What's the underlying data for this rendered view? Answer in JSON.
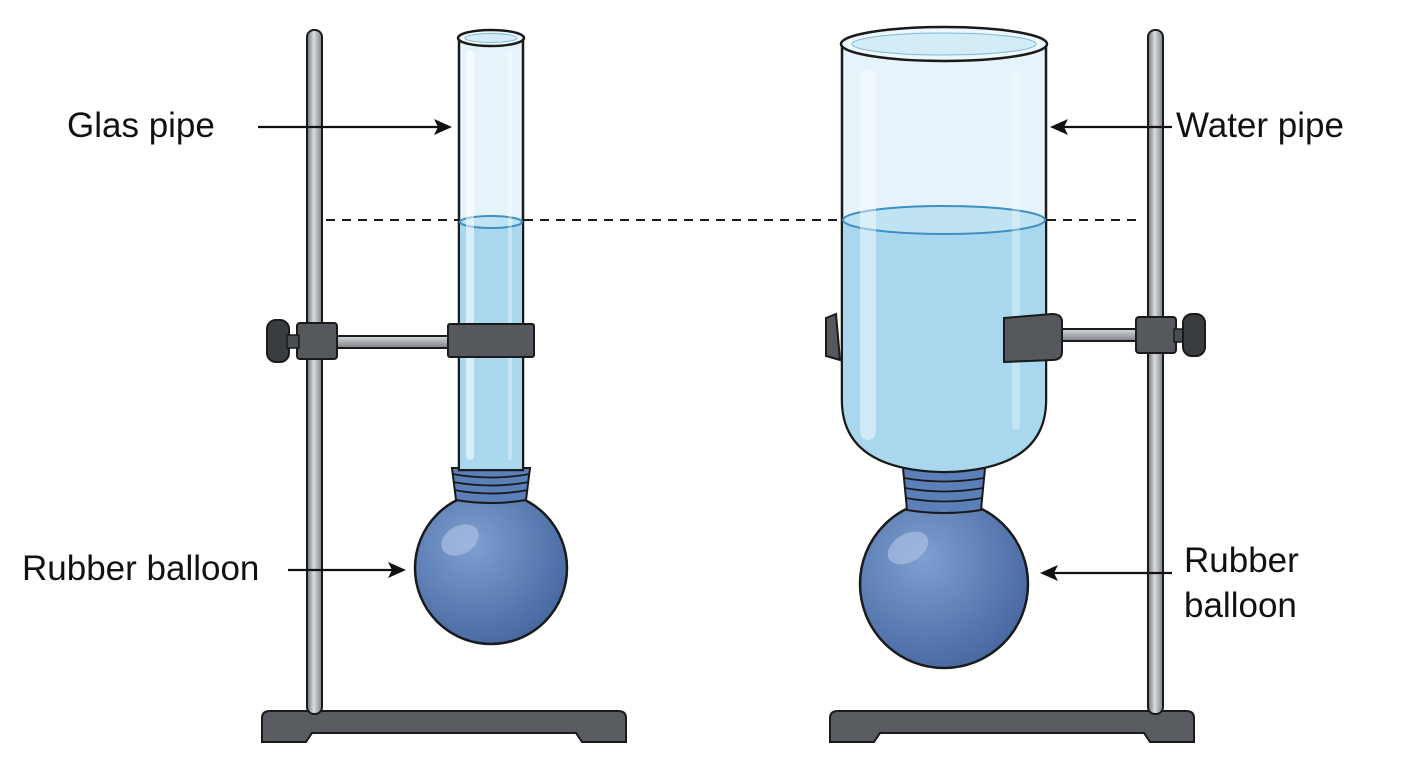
{
  "labels": {
    "glass_pipe": "Glas pipe",
    "water_pipe": "Water pipe",
    "rubber_balloon_left": "Rubber balloon",
    "rubber_balloon_right_line1": "Rubber",
    "rubber_balloon_right_line2": "balloon"
  },
  "colors": {
    "water": "#a9d8ee",
    "glass": "#e3f2f9",
    "balloon": "#5b7fb8",
    "stand_metal": "#8f9398",
    "clamp": "#55595d",
    "outline": "#1a1a1a"
  }
}
